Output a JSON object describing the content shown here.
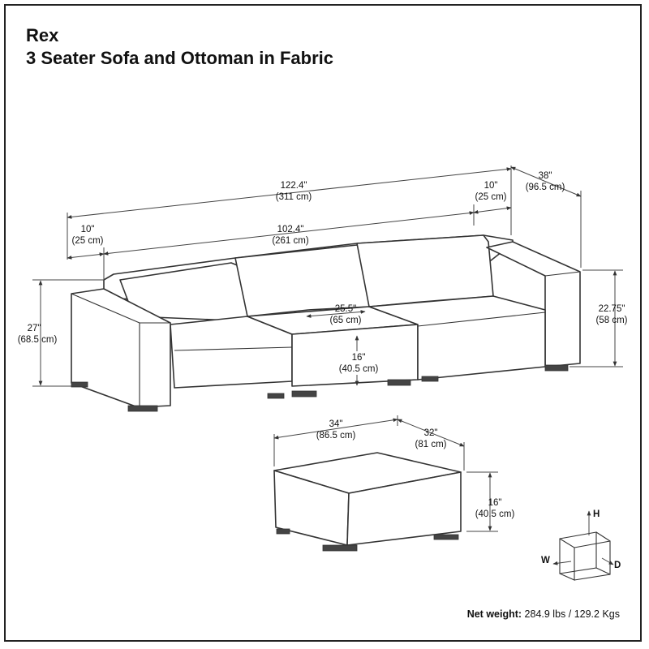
{
  "product": {
    "name": "Rex",
    "subtitle": "3 Seater Sofa and Ottoman in Fabric"
  },
  "sofa_dimensions": {
    "total_width": {
      "in": "122.4\"",
      "cm": "(311 cm)"
    },
    "inner_width": {
      "in": "102.4\"",
      "cm": "(261 cm)"
    },
    "left_arm": {
      "in": "10\"",
      "cm": "(25 cm)"
    },
    "right_arm": {
      "in": "10\"",
      "cm": "(25 cm)"
    },
    "depth": {
      "in": "38\"",
      "cm": "(96.5 cm)"
    },
    "height": {
      "in": "27\"",
      "cm": "(68.5 cm)"
    },
    "arm_height": {
      "in": "22.75\"",
      "cm": "(58 cm)"
    },
    "seat_depth": {
      "in": "25.5\"",
      "cm": "(65 cm)"
    },
    "seat_height": {
      "in": "16\"",
      "cm": "(40.5 cm)"
    }
  },
  "ottoman_dimensions": {
    "width": {
      "in": "34\"",
      "cm": "(86.5 cm)"
    },
    "depth": {
      "in": "32\"",
      "cm": "(81 cm)"
    },
    "height": {
      "in": "16\"",
      "cm": "(40.5 cm)"
    }
  },
  "axes_legend": {
    "height": "H",
    "width": "W",
    "depth": "D"
  },
  "weight": {
    "label": "Net weight:",
    "value": "284.9 lbs / 129.2 Kgs"
  }
}
